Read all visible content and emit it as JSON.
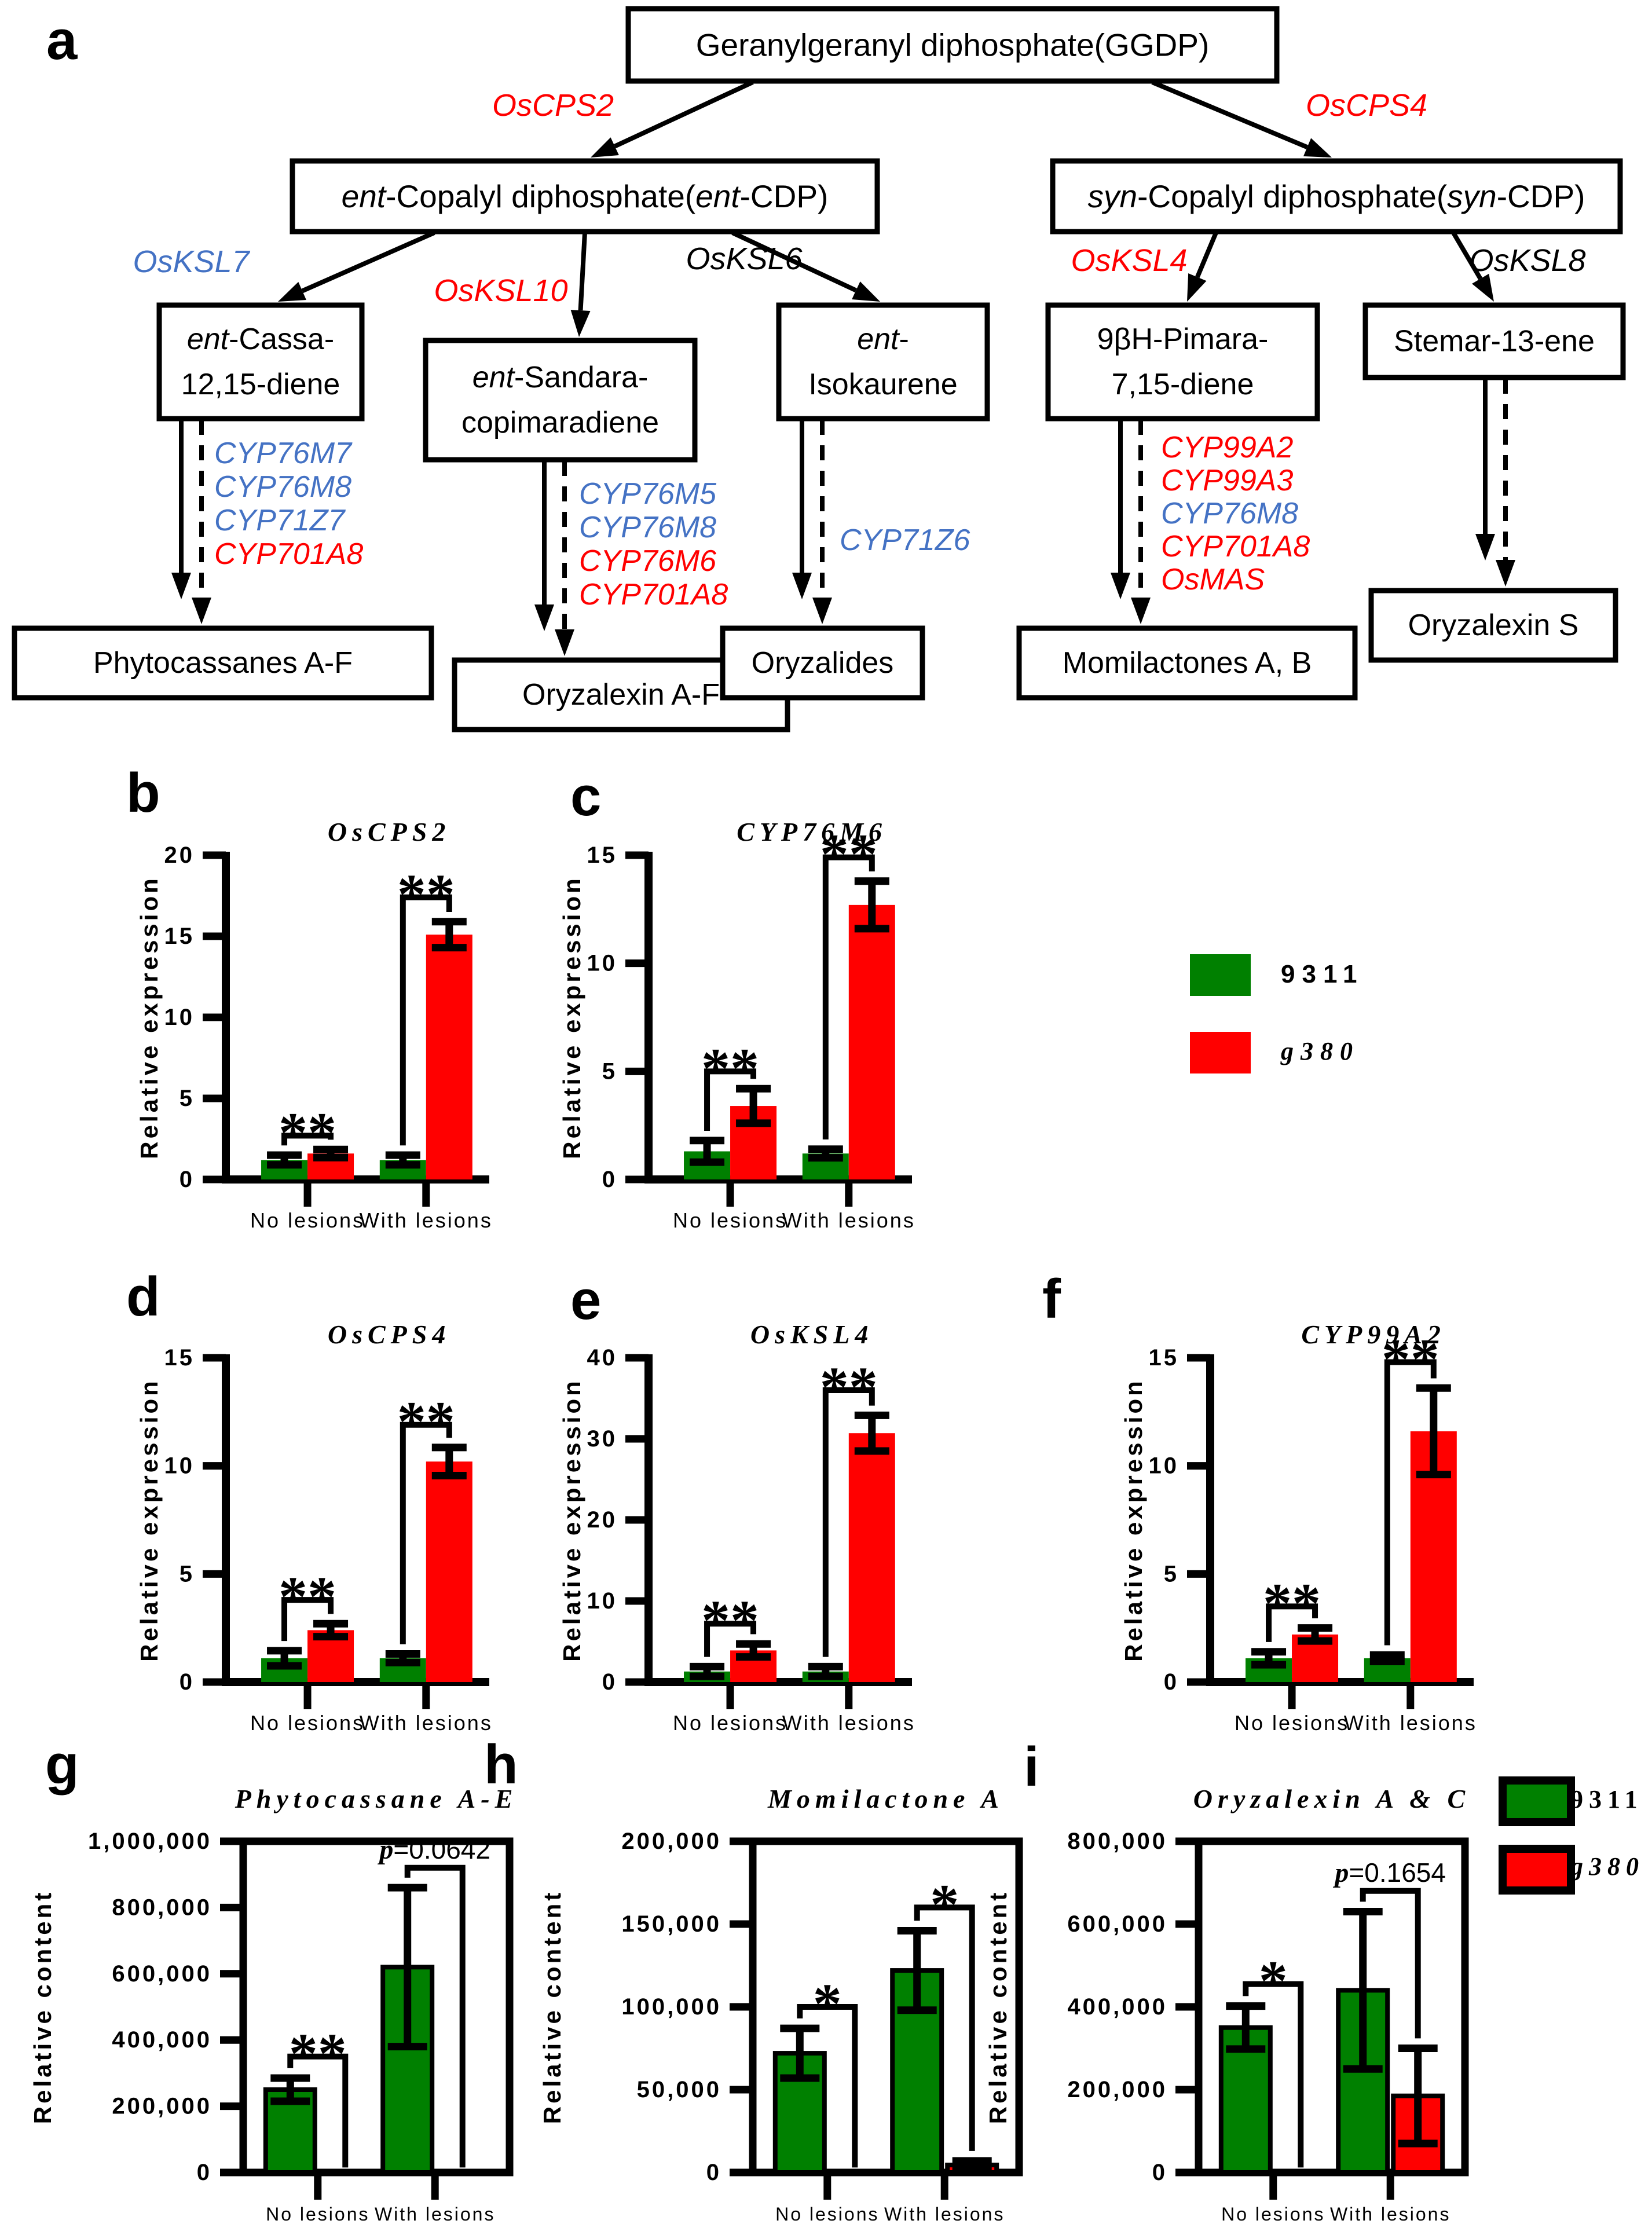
{
  "colors": {
    "green": "#008000",
    "red": "#FF0000",
    "blue": "#4472C4",
    "black": "#000000",
    "background": "#FFFFFF"
  },
  "panel_letters": [
    "a",
    "b",
    "c",
    "d",
    "e",
    "f",
    "g",
    "h",
    "i"
  ],
  "legend": {
    "items": [
      {
        "label": "9311",
        "color": "green"
      },
      {
        "label": "g380",
        "color": "red",
        "italic": true
      }
    ]
  },
  "diagram": {
    "boxes": {
      "ggdp": {
        "lines": [
          "Geranylgeranyl diphosphate(GGDP)"
        ]
      },
      "ent_cdp": {
        "lines": [
          "*ent*-Copalyl diphosphate(*ent*-CDP)"
        ]
      },
      "syn_cdp": {
        "lines": [
          "*syn*-Copalyl diphosphate(*syn*-CDP)"
        ]
      },
      "ent_cassadiene": {
        "lines": [
          "*ent*-Cassa-",
          "12,15-diene"
        ]
      },
      "ent_sandaracopimaradiene": {
        "lines": [
          "*ent*-Sandara-",
          "copimaradiene"
        ]
      },
      "ent_isokaurene": {
        "lines": [
          "*ent*-",
          "Isokaurene"
        ]
      },
      "pimaradiene": {
        "lines": [
          "9βH-Pimara-",
          "7,15-diene"
        ]
      },
      "stemarene": {
        "lines": [
          "Stemar-13-ene"
        ]
      },
      "phytocassanes": {
        "lines": [
          "Phytocassanes A-F"
        ]
      },
      "oryzalexin_af": {
        "lines": [
          "Oryzalexin A-F"
        ]
      },
      "oryzalides": {
        "lines": [
          "Oryzalides"
        ]
      },
      "momilactones": {
        "lines": [
          "Momilactones A, B"
        ]
      },
      "oryzalexin_s": {
        "lines": [
          "Oryzalexin S"
        ]
      }
    },
    "enzymes": {
      "oscps2": {
        "text": "OsCPS2",
        "color": "red"
      },
      "oscps4": {
        "text": "OsCPS4",
        "color": "red"
      },
      "osksl7": {
        "text": "OsKSL7",
        "color": "blue"
      },
      "osksl10": {
        "text": "OsKSL10",
        "color": "red"
      },
      "osksl6": {
        "text": "OsKSL6",
        "color": "black"
      },
      "osksl4": {
        "text": "OsKSL4",
        "color": "red"
      },
      "osksl8": {
        "text": "OsKSL8",
        "color": "black"
      }
    },
    "cyp_lists": {
      "cassadiene": [
        {
          "text": "CYP76M7",
          "color": "blue"
        },
        {
          "text": "CYP76M8",
          "color": "blue"
        },
        {
          "text": "CYP71Z7",
          "color": "blue"
        },
        {
          "text": "CYP701A8",
          "color": "red"
        }
      ],
      "sandaracopimaradiene": [
        {
          "text": "CYP76M5",
          "color": "blue"
        },
        {
          "text": "CYP76M8",
          "color": "blue"
        },
        {
          "text": "CYP76M6",
          "color": "red"
        },
        {
          "text": "CYP701A8",
          "color": "red"
        }
      ],
      "isokaurene": [
        {
          "text": "CYP71Z6",
          "color": "blue"
        }
      ],
      "pimaradiene": [
        {
          "text": "CYP99A2",
          "color": "red"
        },
        {
          "text": "CYP99A3",
          "color": "red"
        },
        {
          "text": "CYP76M8",
          "color": "blue"
        },
        {
          "text": "CYP701A8",
          "color": "red"
        },
        {
          "text": "OsMAS",
          "color": "red"
        }
      ]
    }
  },
  "chart_data": [
    {
      "panel": "b",
      "type": "bar",
      "title": "OsCPS2",
      "ylabel": "Relative expression",
      "categories": [
        "No lesions",
        "With lesions"
      ],
      "ylim": [
        0,
        20
      ],
      "yticks": [
        {
          "v": 0,
          "label": "0"
        },
        {
          "v": 5,
          "label": "5"
        },
        {
          "v": 10,
          "label": "10"
        },
        {
          "v": 15,
          "label": "15"
        },
        {
          "v": 20,
          "label": "20"
        }
      ],
      "series": [
        {
          "name": "9311",
          "color": "green",
          "values": [
            1.2,
            1.2
          ],
          "errors": [
            0.3,
            0.3
          ]
        },
        {
          "name": "g380",
          "color": "red",
          "values": [
            1.6,
            15.1
          ],
          "errors": [
            0.25,
            0.8
          ]
        }
      ],
      "significance": [
        {
          "group": 0,
          "label": "**",
          "y": 2.7
        },
        {
          "group": 1,
          "label": "**",
          "y": 17.4
        }
      ]
    },
    {
      "panel": "c",
      "type": "bar",
      "title": "CYP76M6",
      "ylabel": "Relative expression",
      "categories": [
        "No lesions",
        "With lesions"
      ],
      "ylim": [
        0,
        15
      ],
      "yticks": [
        {
          "v": 0,
          "label": "0"
        },
        {
          "v": 5,
          "label": "5"
        },
        {
          "v": 10,
          "label": "10"
        },
        {
          "v": 15,
          "label": "15"
        }
      ],
      "series": [
        {
          "name": "9311",
          "color": "green",
          "values": [
            1.3,
            1.2
          ],
          "errors": [
            0.5,
            0.2
          ]
        },
        {
          "name": "g380",
          "color": "red",
          "values": [
            3.4,
            12.7
          ],
          "errors": [
            0.8,
            1.1
          ]
        }
      ],
      "significance": [
        {
          "group": 0,
          "label": "**",
          "y": 5.0
        },
        {
          "group": 1,
          "label": "**",
          "y": 14.9
        }
      ]
    },
    {
      "panel": "d",
      "type": "bar",
      "title": "OsCPS4",
      "ylabel": "Relative expression",
      "categories": [
        "No lesions",
        "With lesions"
      ],
      "ylim": [
        0,
        15
      ],
      "yticks": [
        {
          "v": 0,
          "label": "0"
        },
        {
          "v": 5,
          "label": "5"
        },
        {
          "v": 10,
          "label": "10"
        },
        {
          "v": 15,
          "label": "15"
        }
      ],
      "series": [
        {
          "name": "9311",
          "color": "green",
          "values": [
            1.1,
            1.1
          ],
          "errors": [
            0.35,
            0.2
          ]
        },
        {
          "name": "g380",
          "color": "red",
          "values": [
            2.4,
            10.2
          ],
          "errors": [
            0.3,
            0.65
          ]
        }
      ],
      "significance": [
        {
          "group": 0,
          "label": "**",
          "y": 3.8
        },
        {
          "group": 1,
          "label": "**",
          "y": 11.9
        }
      ]
    },
    {
      "panel": "e",
      "type": "bar",
      "title": "OsKSL4",
      "ylabel": "Relative expression",
      "categories": [
        "No lesions",
        "With lesions"
      ],
      "ylim": [
        0,
        40
      ],
      "yticks": [
        {
          "v": 0,
          "label": "0"
        },
        {
          "v": 10,
          "label": "10"
        },
        {
          "v": 20,
          "label": "20"
        },
        {
          "v": 30,
          "label": "30"
        },
        {
          "v": 40,
          "label": "40"
        }
      ],
      "series": [
        {
          "name": "9311",
          "color": "green",
          "values": [
            1.3,
            1.3
          ],
          "errors": [
            0.6,
            0.6
          ]
        },
        {
          "name": "g380",
          "color": "red",
          "values": [
            3.9,
            30.7
          ],
          "errors": [
            0.8,
            2.2
          ]
        }
      ],
      "significance": [
        {
          "group": 0,
          "label": "**",
          "y": 7.2
        },
        {
          "group": 1,
          "label": "**",
          "y": 36.0
        }
      ]
    },
    {
      "panel": "f",
      "type": "bar",
      "title": "CYP99A2",
      "ylabel": "Relative expression",
      "categories": [
        "No lesions",
        "With lesions"
      ],
      "ylim": [
        0,
        15
      ],
      "yticks": [
        {
          "v": 0,
          "label": "0"
        },
        {
          "v": 5,
          "label": "5"
        },
        {
          "v": 10,
          "label": "10"
        },
        {
          "v": 15,
          "label": "15"
        }
      ],
      "series": [
        {
          "name": "9311",
          "color": "green",
          "values": [
            1.1,
            1.1
          ],
          "errors": [
            0.3,
            0.15
          ]
        },
        {
          "name": "g380",
          "color": "red",
          "values": [
            2.2,
            11.6
          ],
          "errors": [
            0.3,
            2.0
          ]
        }
      ],
      "significance": [
        {
          "group": 0,
          "label": "**",
          "y": 3.5
        },
        {
          "group": 1,
          "label": "**",
          "y": 14.8
        }
      ]
    },
    {
      "panel": "g",
      "type": "bar",
      "title": "Phytocassane A-E",
      "ylabel": "Relative content",
      "categories": [
        "No lesions",
        "With lesions"
      ],
      "ylim": [
        0,
        1000000
      ],
      "yticks": [
        {
          "v": 0,
          "label": "0"
        },
        {
          "v": 200000,
          "label": "200,000"
        },
        {
          "v": 400000,
          "label": "400,000"
        },
        {
          "v": 600000,
          "label": "600,000"
        },
        {
          "v": 800000,
          "label": "800,000"
        },
        {
          "v": 1000000,
          "label": "1,000,000"
        }
      ],
      "series": [
        {
          "name": "9311",
          "color": "green",
          "values": [
            250000,
            620000
          ],
          "errors": [
            35000,
            240000
          ]
        },
        {
          "name": "g380",
          "color": "red",
          "values": [
            0,
            0
          ],
          "errors": [
            0,
            0
          ]
        }
      ],
      "significance": [
        {
          "group": 0,
          "label": "**",
          "y": 350000
        },
        {
          "group": 1,
          "label": "p=0.0642",
          "y": 920000
        }
      ]
    },
    {
      "panel": "h",
      "type": "bar",
      "title": "Momilactone A",
      "ylabel": "Relative content",
      "categories": [
        "No lesions",
        "With lesions"
      ],
      "ylim": [
        0,
        200000
      ],
      "yticks": [
        {
          "v": 0,
          "label": "0"
        },
        {
          "v": 50000,
          "label": "50,000"
        },
        {
          "v": 100000,
          "label": "100,000"
        },
        {
          "v": 150000,
          "label": "150,000"
        },
        {
          "v": 200000,
          "label": "200,000"
        }
      ],
      "series": [
        {
          "name": "9311",
          "color": "green",
          "values": [
            72000,
            122000
          ],
          "errors": [
            15000,
            24000
          ]
        },
        {
          "name": "g380",
          "color": "red",
          "values": [
            0,
            4500
          ],
          "errors": [
            0,
            2500
          ]
        }
      ],
      "significance": [
        {
          "group": 0,
          "label": "*",
          "y": 100000
        },
        {
          "group": 1,
          "label": "*",
          "y": 160000
        }
      ]
    },
    {
      "panel": "i",
      "type": "bar",
      "title": "Oryzalexin A & C",
      "ylabel": "Relative content",
      "categories": [
        "No lesions",
        "With lesions"
      ],
      "ylim": [
        0,
        800000
      ],
      "yticks": [
        {
          "v": 0,
          "label": "0"
        },
        {
          "v": 200000,
          "label": "200,000"
        },
        {
          "v": 400000,
          "label": "400,000"
        },
        {
          "v": 600000,
          "label": "600,000"
        },
        {
          "v": 800000,
          "label": "800,000"
        }
      ],
      "series": [
        {
          "name": "9311",
          "color": "green",
          "values": [
            350000,
            440000
          ],
          "errors": [
            52000,
            190000
          ]
        },
        {
          "name": "g380",
          "color": "red",
          "values": [
            0,
            185000
          ],
          "errors": [
            0,
            115000
          ]
        }
      ],
      "significance": [
        {
          "group": 0,
          "label": "*",
          "y": 455000
        },
        {
          "group": 1,
          "label": "p=0.1654",
          "y": 680000
        }
      ]
    }
  ]
}
